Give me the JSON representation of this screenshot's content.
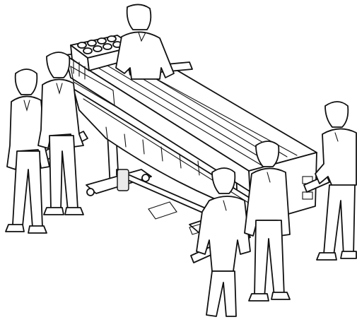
{
  "figure": {
    "subject": "six-person-carry-wide-format-printer",
    "colors": {
      "line": "#111111",
      "fill": "#ffffff",
      "shade": "#e9e9e9"
    },
    "people": [
      "left-rear-lifter",
      "left-front-lifter",
      "top-lifter",
      "right-front-lifter",
      "right-middle-lifter",
      "right-rear-lifter"
    ]
  }
}
